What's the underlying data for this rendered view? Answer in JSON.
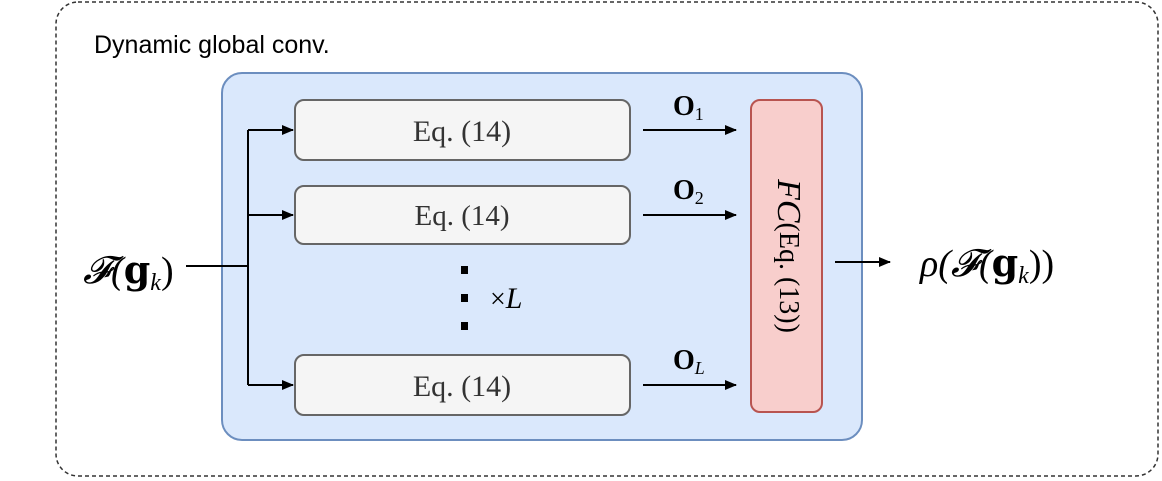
{
  "outer_title": "Dynamic global conv.",
  "input_label": {
    "base": "𝓕(",
    "arg": "𝐠",
    "sub": "k",
    "close": ")"
  },
  "output_label": {
    "prefix": "ρ(𝓕(",
    "arg": "𝐠",
    "sub": "k",
    "close": "))"
  },
  "branches": [
    {
      "box_label": "Eq. (14)",
      "out_base": "O",
      "out_sub": "1"
    },
    {
      "box_label": "Eq. (14)",
      "out_base": "O",
      "out_sub": "2"
    },
    {
      "box_label": "Eq. (14)",
      "out_base": "O",
      "out_sub": "L"
    }
  ],
  "repeat_label": {
    "times": "×",
    "count": "L"
  },
  "fc_block": {
    "name": "FC",
    "eq": "(Eq. (13))"
  },
  "colors": {
    "outer_border": "#333333",
    "inner_fill": "#dae8fc",
    "inner_border": "#6c8ebf",
    "eq_box_fill": "#f5f5f5",
    "eq_box_border": "#666666",
    "eq_text": "#333333",
    "fc_fill": "#f8cecc",
    "fc_border": "#b85450",
    "arrow": "#000000"
  }
}
